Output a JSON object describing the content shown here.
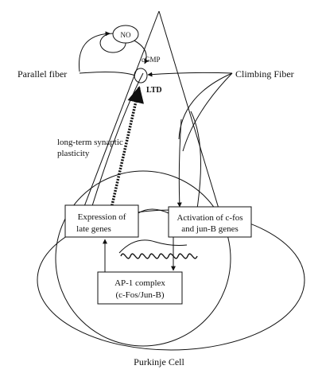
{
  "inputs": {
    "parallel": "Parallel fiber",
    "climbing": "Climbing Fiber"
  },
  "signals": {
    "no": "NO",
    "cgmp": "cGMP",
    "ltd": "LTD"
  },
  "plasticity": {
    "line1": "long-term synaptic",
    "line2": "plasticity"
  },
  "boxes": {
    "expression": {
      "line1": "Expression of",
      "line2": "late genes"
    },
    "activation": {
      "line1": "Activation of c-fos",
      "line2": "and jun-B genes"
    },
    "ap1": {
      "line1": "AP-1 complex",
      "line2": "(c-Fos/Jun-B)"
    }
  },
  "cell": "Purkinje Cell"
}
